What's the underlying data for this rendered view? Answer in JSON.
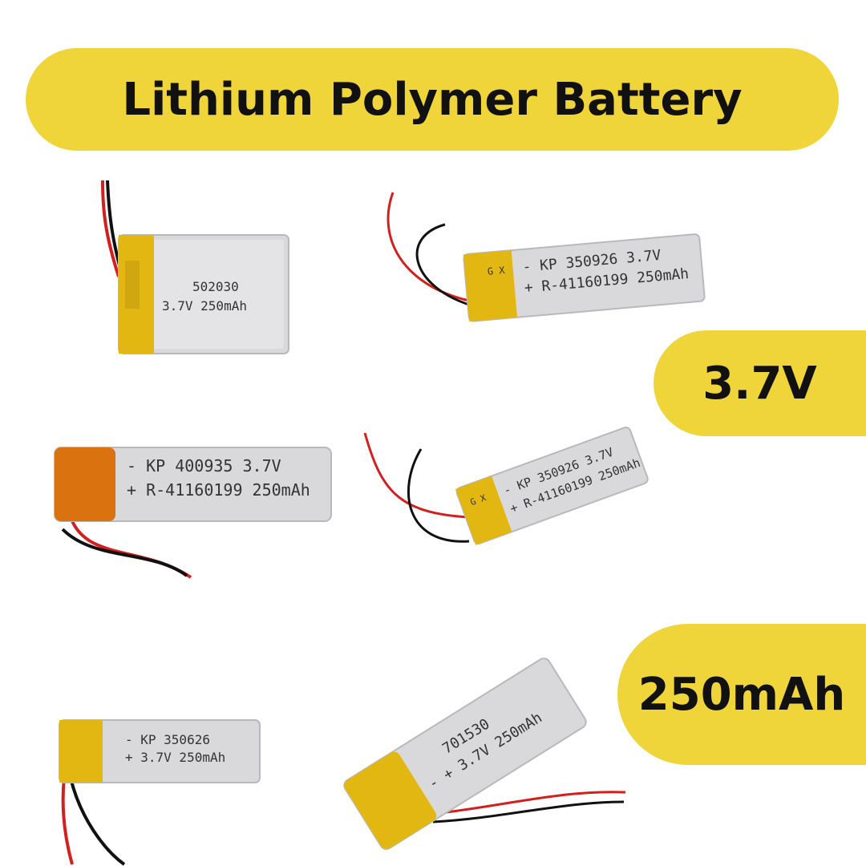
{
  "title": "Lithium Polymer Battery",
  "voltage_badge": "3.7V",
  "capacity_badge": "250mAh",
  "colors": {
    "badge_yellow": "#f0d53a",
    "text": "#111111",
    "battery_silver": "#d9d9dc",
    "kapton_yellow": "#e3b712",
    "kapton_orange": "#d9720f",
    "wire_red": "#d21f1f",
    "wire_black": "#111111"
  },
  "batteries": [
    {
      "line1": "502030",
      "line2": "3.7V 250mAh"
    },
    {
      "line1": "- KP 350926 3.7V",
      "line2": "+ R-41160199 250mAh",
      "tape": "G X"
    },
    {
      "line1": "- KP 400935 3.7V",
      "line2": "+ R-41160199 250mAh"
    },
    {
      "line1": "- KP 350926 3.7V",
      "line2": "+ R-41160199 250mAh",
      "tape": "G X"
    },
    {
      "line1": "- KP   350626",
      "line2": "+ 3.7V 250mAh"
    },
    {
      "line1": "701530",
      "line2": "- + 3.7V 250mAh"
    }
  ]
}
